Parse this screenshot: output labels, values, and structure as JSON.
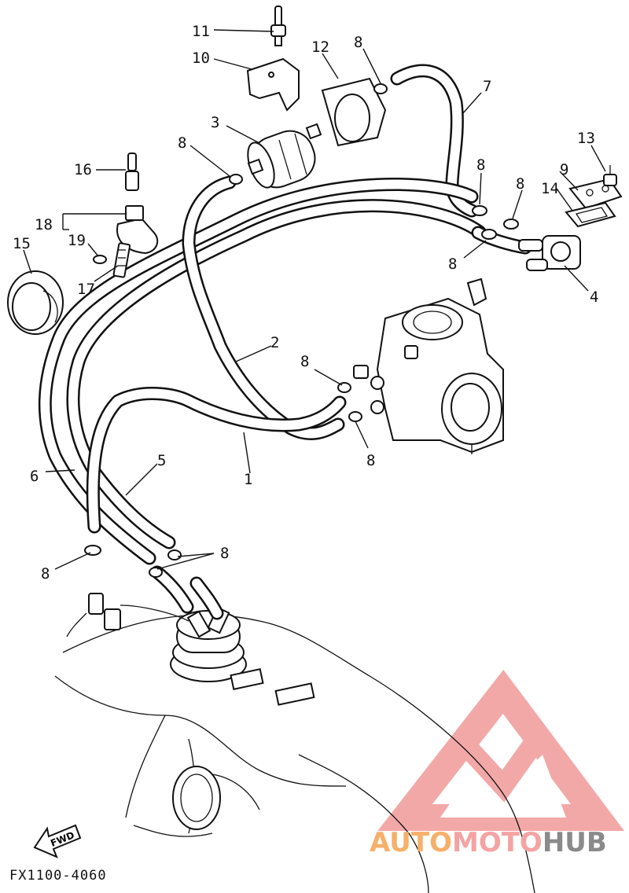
{
  "diagram": {
    "callouts": [
      {
        "id": "1",
        "text": "1"
      },
      {
        "id": "2",
        "text": "2"
      },
      {
        "id": "3",
        "text": "3"
      },
      {
        "id": "4",
        "text": "4"
      },
      {
        "id": "5",
        "text": "5"
      },
      {
        "id": "6",
        "text": "6"
      },
      {
        "id": "7",
        "text": "7"
      },
      {
        "id": "8",
        "text": "8"
      },
      {
        "id": "9",
        "text": "9"
      },
      {
        "id": "10",
        "text": "10"
      },
      {
        "id": "11",
        "text": "11"
      },
      {
        "id": "12",
        "text": "12"
      },
      {
        "id": "13",
        "text": "13"
      },
      {
        "id": "14",
        "text": "14"
      },
      {
        "id": "15",
        "text": "15"
      },
      {
        "id": "16",
        "text": "16"
      },
      {
        "id": "17",
        "text": "17"
      },
      {
        "id": "18",
        "text": "18"
      },
      {
        "id": "19",
        "text": "19"
      }
    ],
    "fwd_arrow_text": "FWD",
    "reference_code": "FX1100-4060"
  },
  "watermark": {
    "part1": "AUTO",
    "part2": "MOTO",
    "part3": "HUB",
    "colors": {
      "part1": "#f6b06a",
      "part2": "#f4a3a3",
      "part3": "#8a8a8a",
      "logo": "#f19999"
    }
  }
}
